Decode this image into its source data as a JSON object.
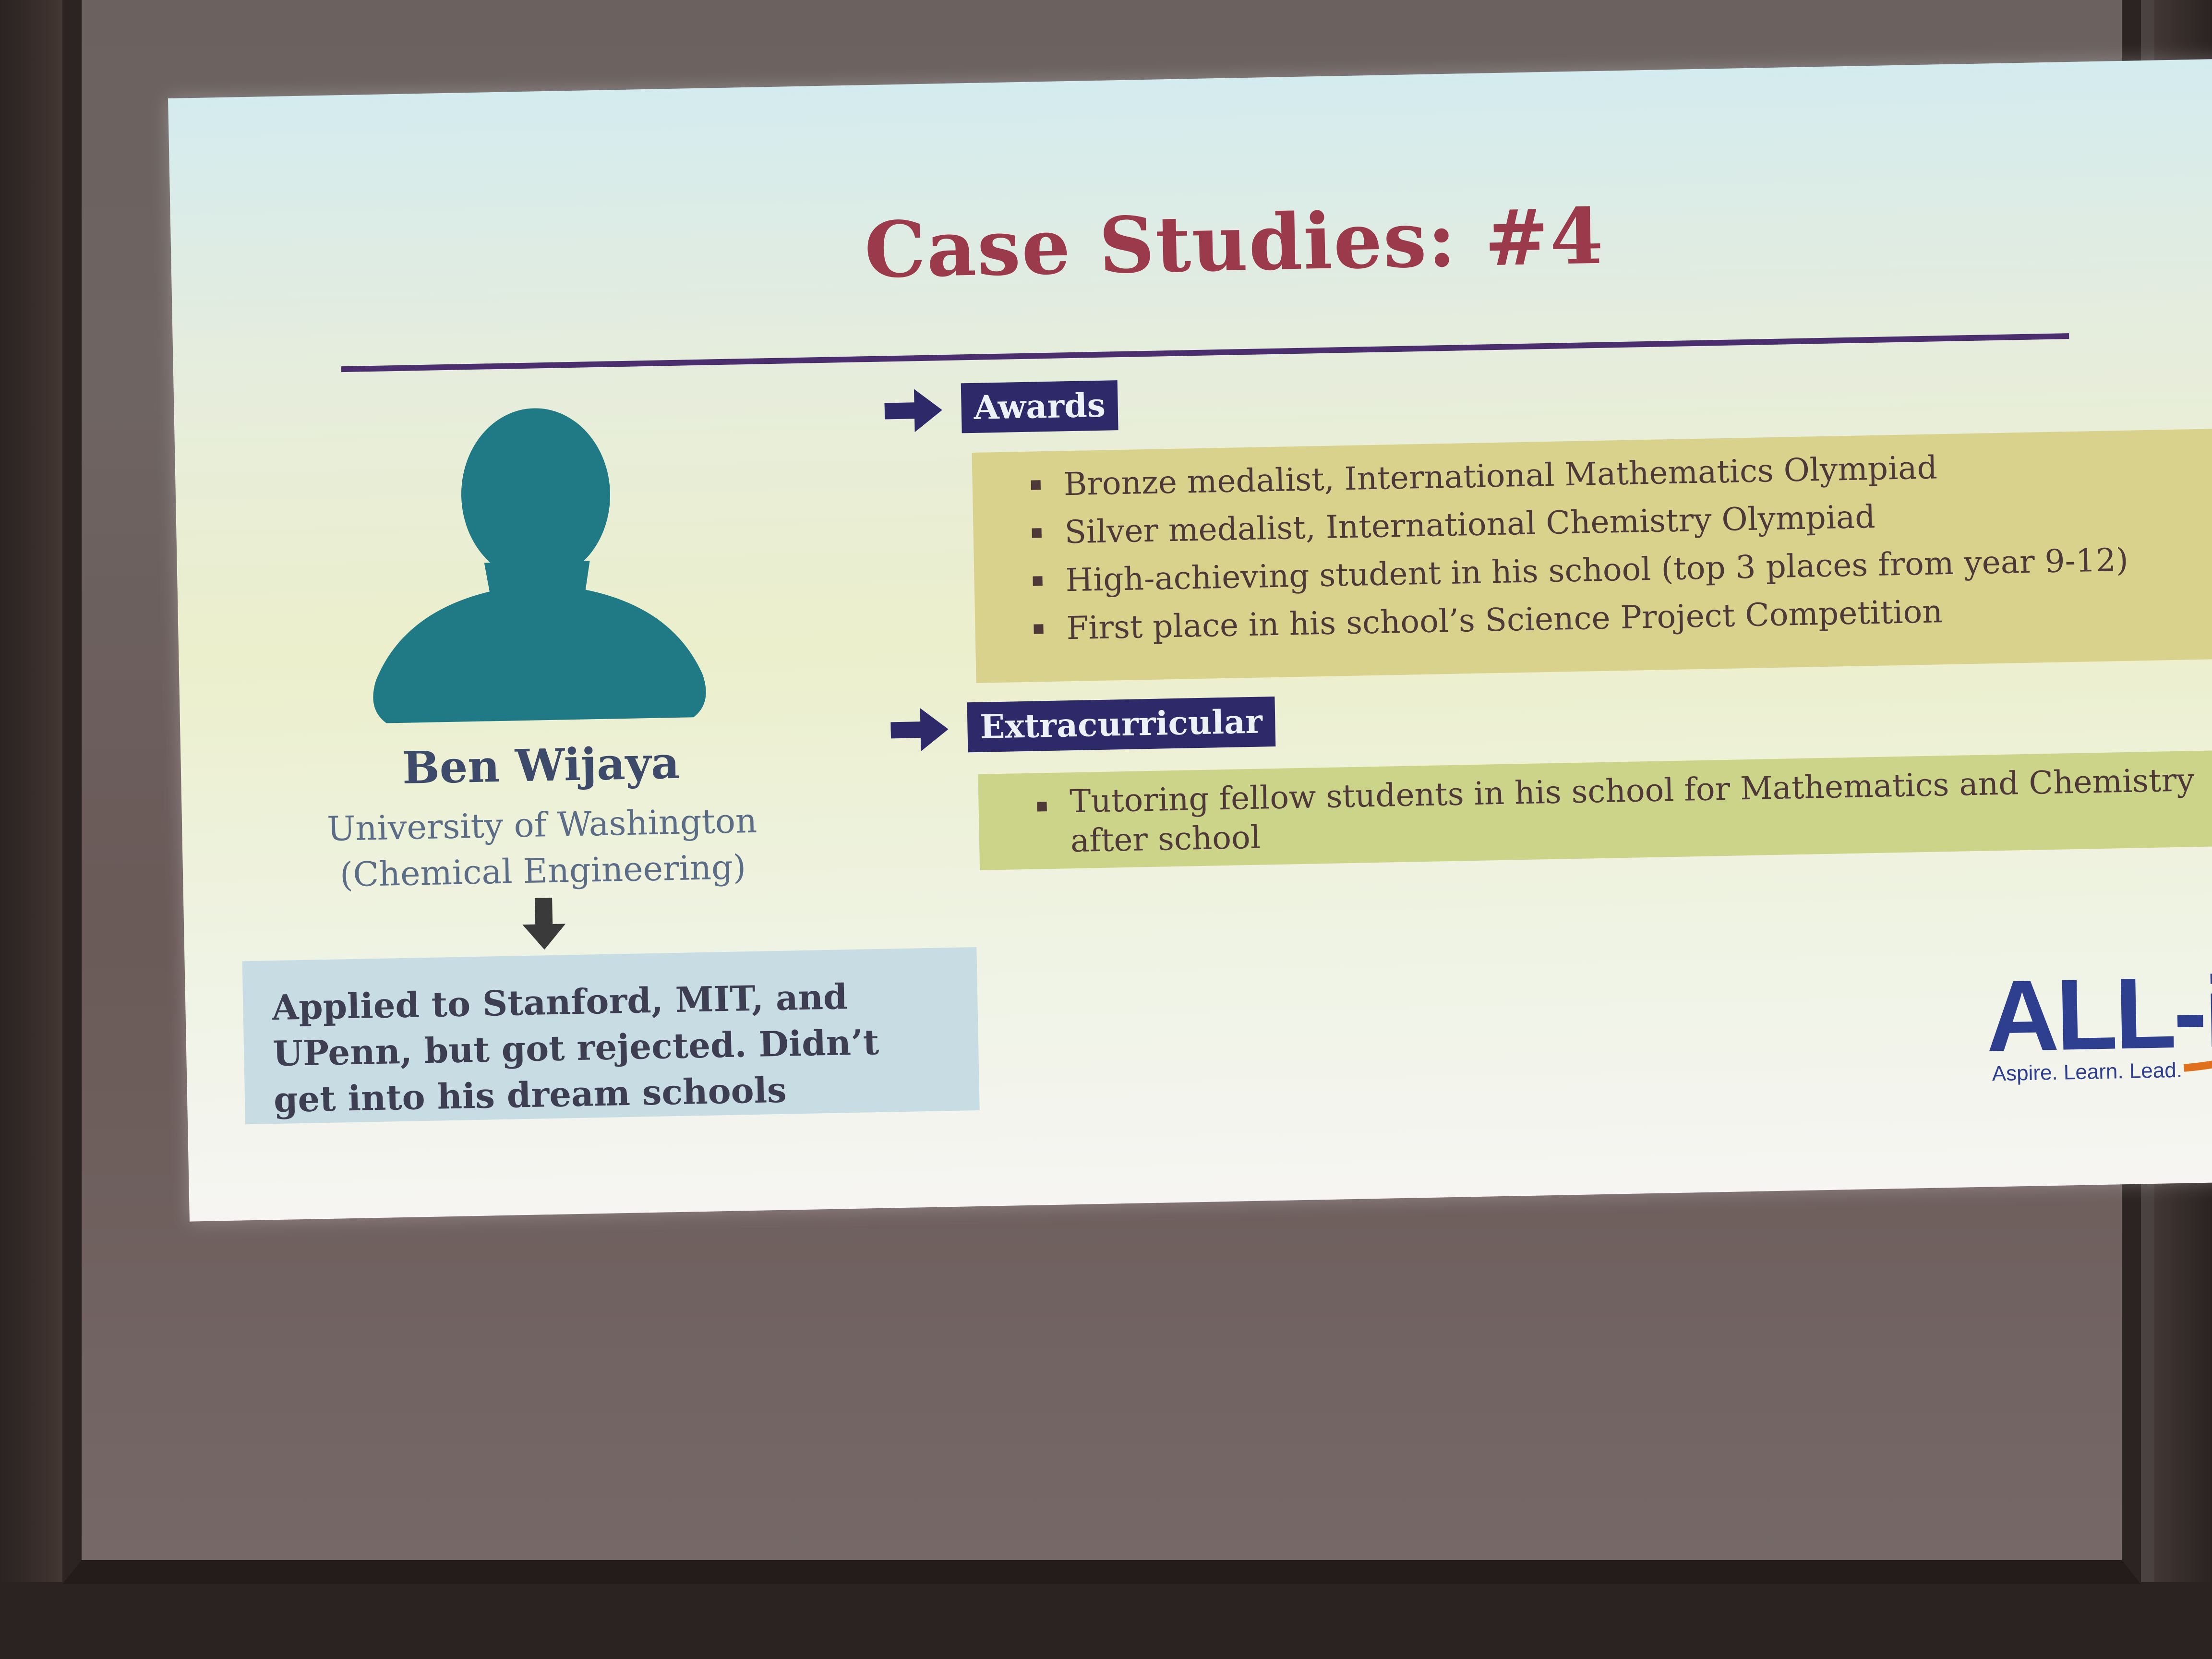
{
  "slide": {
    "title": "Case Studies: #4",
    "person": {
      "name": "Ben Wijaya",
      "university_line1": "University of Washington",
      "university_line2": "(Chemical Engineering)"
    },
    "note": "Applied to Stanford, MIT, and UPenn, but got rejected. Didn’t get into his dream schools",
    "sections": {
      "awards": {
        "label": "Awards",
        "items": [
          "Bronze medalist, International Mathematics Olympiad",
          "Silver medalist, International Chemistry Olympiad",
          "High-achieving student in his school (top 3 places from year 9-12)",
          "First place in his school’s Science Project Competition"
        ]
      },
      "extracurricular": {
        "label": "Extracurricular",
        "items": [
          "Tutoring fellow students in his school for Mathematics and Chemistry after school"
        ]
      }
    },
    "logo": {
      "main": "ALL-in",
      "tagline": "Aspire. Learn. Lead."
    }
  },
  "colors": {
    "title": "#9a3a4a",
    "rule": "#4b2e6e",
    "avatar": "#1f7a86",
    "label_bg": "#2e2a6a",
    "awards_panel": "#d9d28c",
    "extra_panel": "#ccd489",
    "note_box": "#c8dde3",
    "logo_blue": "#2f3f8f",
    "logo_orange": "#e0701e"
  },
  "icons": {
    "avatar": "person-silhouette-icon",
    "down_arrow": "arrow-down-icon",
    "right_arrow": "arrow-right-icon"
  }
}
